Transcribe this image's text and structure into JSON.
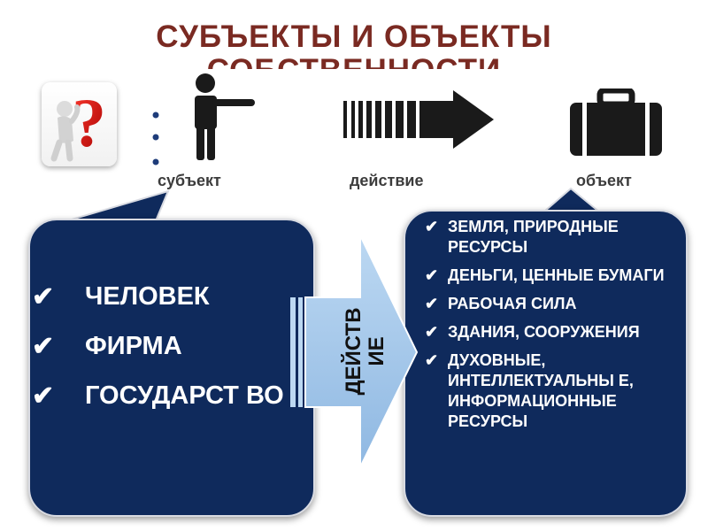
{
  "title": "СУБЪЕКТЫ И ОБЪЕКТЫ",
  "title_line2": "СОБСТВЕННОСТИ",
  "labels": {
    "subject": "субъект",
    "action": "действие",
    "object": "объект"
  },
  "subjects": [
    "ЧЕЛОВЕК",
    "ФИРМА",
    "ГОСУДАРСТ ВО"
  ],
  "objects": [
    "ЗЕМЛЯ, ПРИРОДНЫЕ РЕСУРСЫ",
    "ДЕНЬГИ, ЦЕННЫЕ БУМАГИ",
    "РАБОЧАЯ СИЛА",
    "ЗДАНИЯ, СООРУЖЕНИЯ",
    "ДУХОВНЫЕ, ИНТЕЛЛЕКТУАЛЬНЫ Е, ИНФОРМАЦИОННЫЕ РЕСУРСЫ"
  ],
  "arrow_text": "ДЕЙСТВ ИЕ",
  "check_glyph": "✔",
  "icons": [
    "question-icon",
    "person-icon",
    "arrow-right-icon",
    "briefcase-icon",
    "checkmark-icon"
  ],
  "colors": {
    "title": "#7a2a22",
    "box": "#0f2a5c",
    "arrow": "#9dc3e6",
    "icon": "#1a1a1a"
  }
}
